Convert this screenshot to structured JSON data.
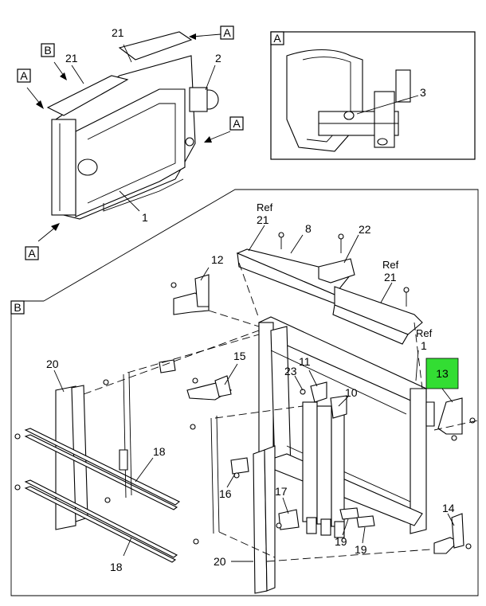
{
  "callouts": {
    "p1": "1",
    "p2": "2",
    "p3": "3",
    "p8": "8",
    "p10": "10",
    "p11": "11",
    "p12": "12",
    "p13": "13",
    "p14": "14",
    "p15": "15",
    "p16": "16",
    "p17": "17",
    "p18a": "18",
    "p18b": "18",
    "p19a": "19",
    "p19b": "19",
    "p20a": "20",
    "p20b": "20",
    "p21a": "21",
    "p21b": "21",
    "p21_ref1": "21",
    "p21_ref2": "21",
    "p22": "22",
    "p23": "23",
    "p1_ref": "1"
  },
  "ref_word": "Ref",
  "view_markers": {
    "a_top": "A",
    "a_left": "A",
    "a_right": "A",
    "a_bottom": "A",
    "b_top": "B",
    "detail_a": "A",
    "detail_b": "B"
  },
  "highlight_color": "#33dd33"
}
